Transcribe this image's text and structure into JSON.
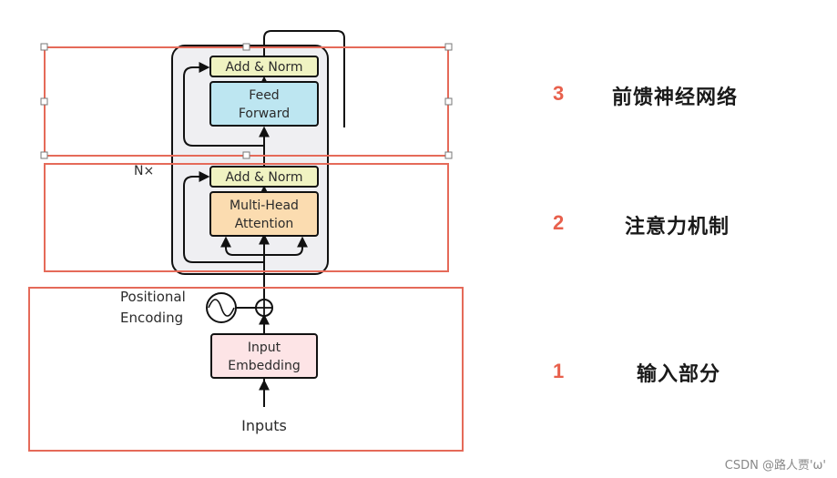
{
  "diagram": {
    "labels": {
      "add_norm_top": "Add & Norm",
      "feed_forward_line1": "Feed",
      "feed_forward_line2": "Forward",
      "nx": "N×",
      "add_norm_bottom": "Add & Norm",
      "mha_line1": "Multi-Head",
      "mha_line2": "Attention",
      "positional_line1": "Positional",
      "positional_line2": "Encoding",
      "embedding_line1": "Input",
      "embedding_line2": "Embedding",
      "inputs": "Inputs"
    },
    "colors": {
      "add_norm_fill": "#f0f3c2",
      "feed_forward_fill": "#bde6f1",
      "mha_fill": "#fbdcb0",
      "embedding_fill": "#fde4e6",
      "block_fill": "#efeff2",
      "red_frame": "#e56a59",
      "accent_number": "#e8604c"
    }
  },
  "legend": [
    {
      "number": "3",
      "label": "前馈神经网络"
    },
    {
      "number": "2",
      "label": "注意力机制"
    },
    {
      "number": "1",
      "label": "输入部分"
    }
  ],
  "watermark": "CSDN @路人贾'ω'"
}
